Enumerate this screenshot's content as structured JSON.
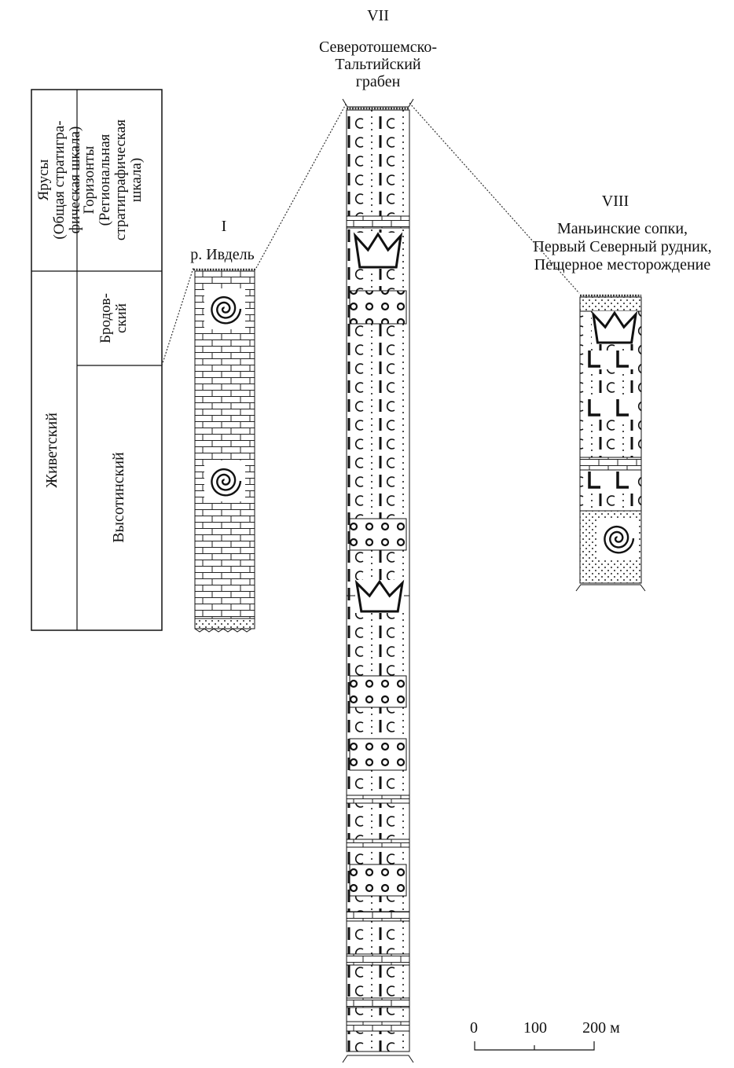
{
  "strat_table": {
    "header_stage": [
      "Ярусы",
      "(Общая стратигра-",
      "фическая шкала)"
    ],
    "header_horizon": [
      "Горизонты",
      "(Региональная",
      "стратиграфическая",
      "шкала)"
    ],
    "stage": "Живетский",
    "horizon_upper": [
      "Бродов-",
      "ский"
    ],
    "horizon_lower": "Высотинский"
  },
  "sections": [
    {
      "id": "I",
      "roman": "I",
      "name_lines": [
        "р. Ивдель"
      ]
    },
    {
      "id": "VII",
      "roman": "VII",
      "name_lines": [
        "Северотошемско-",
        "Тальтийский",
        "грабен"
      ]
    },
    {
      "id": "VIII",
      "roman": "VIII",
      "name_lines": [
        "Маньинские сопки,",
        "Первый Северный рудник,",
        "Пещерное месторождение"
      ]
    }
  ],
  "scale_bar": {
    "labels": [
      "0",
      "100",
      "200 м"
    ]
  }
}
